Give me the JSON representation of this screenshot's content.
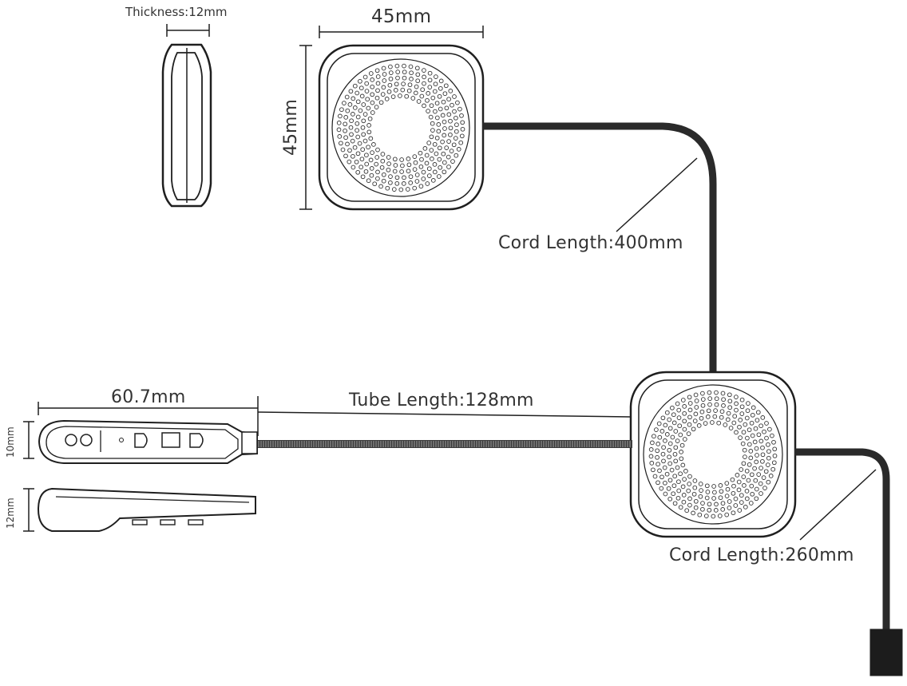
{
  "labels": {
    "thickness": "Thickness:12mm",
    "speaker_width": "45mm",
    "speaker_height": "45mm",
    "cord_top": "Cord Length:400mm",
    "controller_length": "60.7mm",
    "tube_length": "Tube Length:128mm",
    "controller_height_top": "10mm",
    "controller_height_side": "12mm",
    "cord_bottom": "Cord Length:260mm"
  },
  "colors": {
    "line": "#1f1f1f",
    "cable": "#2a2a2a",
    "text": "#333333"
  }
}
